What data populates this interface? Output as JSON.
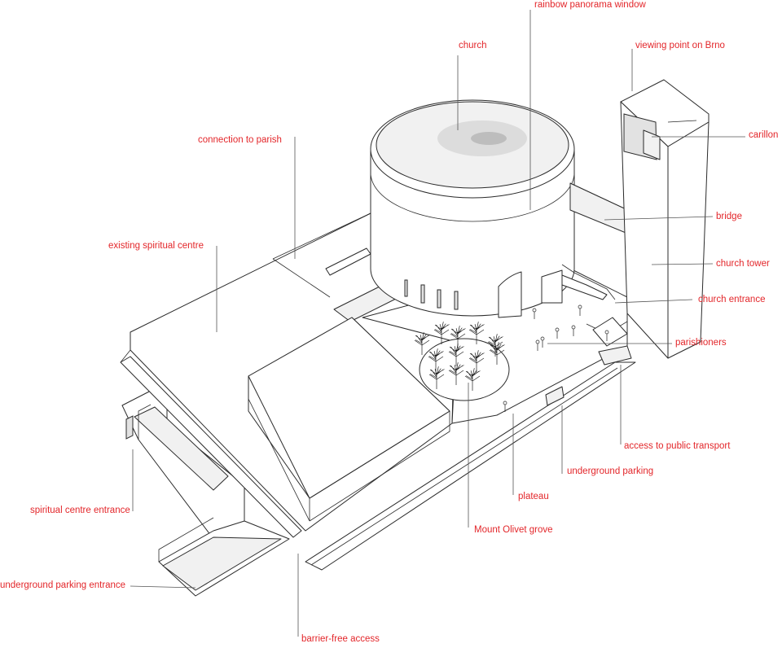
{
  "label_color": "#e3262a",
  "labels": {
    "rainbow_panorama_window": "rainbow panorama window",
    "church": "church",
    "viewing_point": "viewing point on Brno",
    "carillon": "carillon",
    "connection_to_parish": "connection to parish",
    "bridge": "bridge",
    "existing_spiritual_centre": "existing spiritual centre",
    "church_tower": "church tower",
    "church_entrance": "church entrance",
    "parishioners": "parishioners",
    "access_public_transport": "access to public transport",
    "underground_parking": "underground parking",
    "plateau": "plateau",
    "spiritual_centre_entrance": "spiritual centre entrance",
    "mount_olivet_grove": "Mount Olivet grove",
    "underground_parking_entrance": "underground parking entrance",
    "barrier_free_access": "barrier-free access"
  }
}
